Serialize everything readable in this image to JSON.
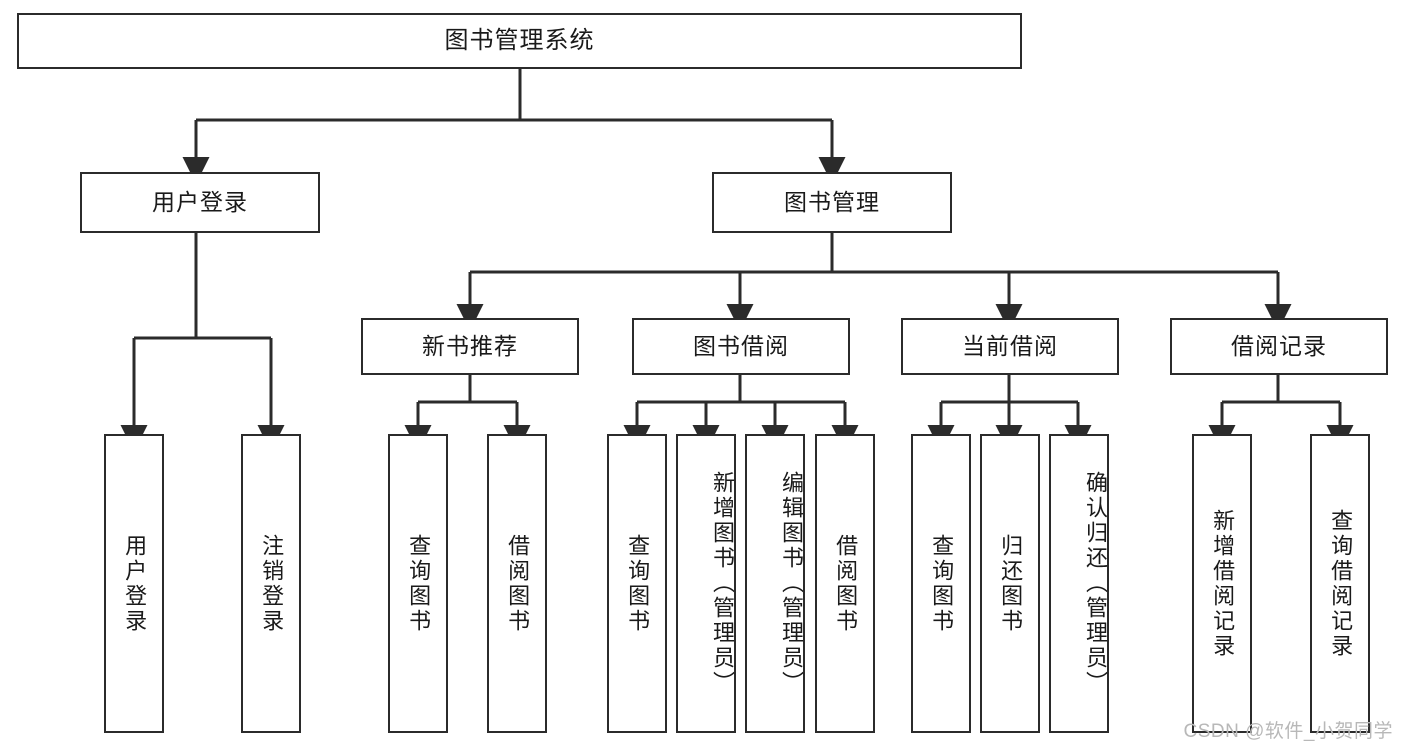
{
  "diagram": {
    "title": "图书管理系统",
    "type": "tree",
    "watermark": "CSDN @软件_小贺同学",
    "stroke_color": "#2b2b2b",
    "fill_color": "#ffffff",
    "text_color": "#1a1a1a"
  },
  "nodes": {
    "root": {
      "label": "图书管理系统"
    },
    "level2": [
      {
        "id": "user-login",
        "label": "用户登录"
      },
      {
        "id": "book-manage",
        "label": "图书管理"
      }
    ],
    "level3": [
      {
        "id": "new-book-rec",
        "label": "新书推荐"
      },
      {
        "id": "book-borrow",
        "label": "图书借阅"
      },
      {
        "id": "current-borrow",
        "label": "当前借阅"
      },
      {
        "id": "borrow-record",
        "label": "借阅记录"
      }
    ],
    "leaves": {
      "user_login": [
        {
          "id": "leaf-user-login",
          "label": "用户登录"
        },
        {
          "id": "leaf-logout",
          "label": "注销登录"
        }
      ],
      "new_book_rec": [
        {
          "id": "leaf-query-book-1",
          "label": "查询图书"
        },
        {
          "id": "leaf-borrow-book-1",
          "label": "借阅图书"
        }
      ],
      "book_borrow": [
        {
          "id": "leaf-query-book-2",
          "label": "查询图书"
        },
        {
          "id": "leaf-add-book",
          "label": "新增图书（管理员）"
        },
        {
          "id": "leaf-edit-book",
          "label": "编辑图书（管理员）"
        },
        {
          "id": "leaf-borrow-book-2",
          "label": "借阅图书"
        }
      ],
      "current_borrow": [
        {
          "id": "leaf-query-book-3",
          "label": "查询图书"
        },
        {
          "id": "leaf-return-book",
          "label": "归还图书"
        },
        {
          "id": "leaf-confirm-return",
          "label": "确认归还（管理员）"
        }
      ],
      "borrow_record": [
        {
          "id": "leaf-add-record",
          "label": "新增借阅记录"
        },
        {
          "id": "leaf-query-record",
          "label": "查询借阅记录"
        }
      ]
    }
  }
}
